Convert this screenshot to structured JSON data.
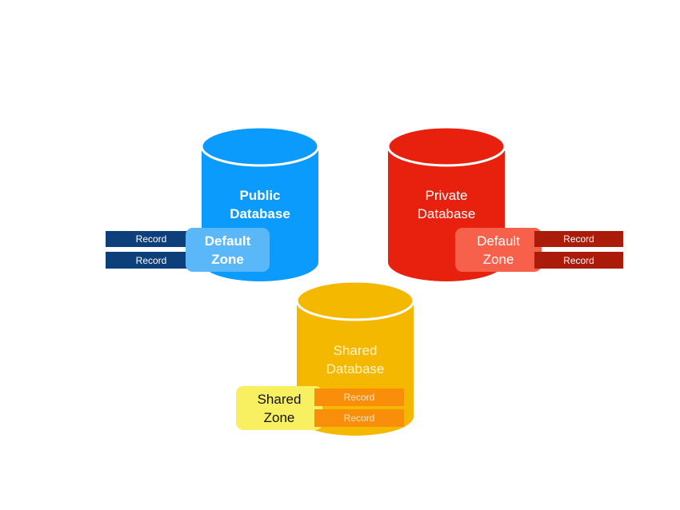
{
  "colors": {
    "public": "#0a9bfc",
    "private": "#e8210e",
    "shared": "#f5b800",
    "public_zone": "#5ab8f8",
    "private_zone": "#f7604a",
    "shared_zone": "#f8f060",
    "public_record": "#0d3f7a",
    "private_record": "#aa1b0a",
    "shared_record": "#f98e0b"
  },
  "public": {
    "line1": "Public",
    "line2": "Database",
    "zone_line1": "Default",
    "zone_line2": "Zone",
    "records": [
      "Record",
      "Record"
    ]
  },
  "private": {
    "line1": "Private",
    "line2": "Database",
    "zone_line1": "Default",
    "zone_line2": "Zone",
    "records": [
      "Record",
      "Record"
    ]
  },
  "shared": {
    "line1": "Shared",
    "line2": "Database",
    "zone_line1": "Shared",
    "zone_line2": "Zone",
    "records": [
      "Record",
      "Record"
    ]
  }
}
